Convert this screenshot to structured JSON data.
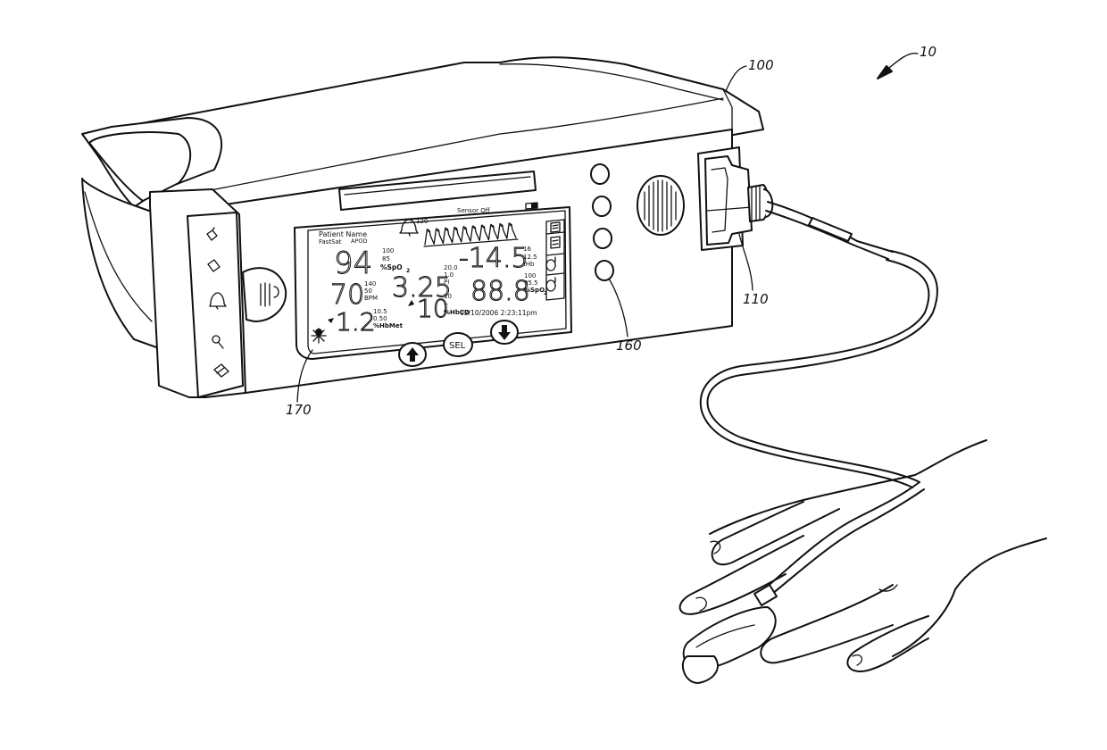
{
  "figure": {
    "references": {
      "system": "10",
      "monitor": "100",
      "connector": "110",
      "buttons": "160",
      "display": "170"
    },
    "screen": {
      "patient_name": "Patient Name",
      "mode": "FastSat",
      "mode_code": "APOD",
      "status": "Sensor Off",
      "alarm_limit": "120",
      "spo2_value": "94",
      "spo2_high": "100",
      "spo2_low": "85",
      "spo2_label": "%SpO",
      "spo2_sub": "2",
      "bpm_value": "70",
      "bpm_high": "140",
      "bpm_low": "50",
      "bpm_label": "BPM",
      "pi_value": "3.25",
      "pi_high": "20.0",
      "pi_low": "1.0",
      "pi_label": "PI",
      "hb_value": "-14.5",
      "hb_high": "16",
      "hb_low": "12.5",
      "hb_label": "tHb",
      "met_value": "1.2",
      "met_high": "10.5",
      "met_low": "0.50",
      "met_label": "%HbMet",
      "co_value": "10",
      "co_high": "10",
      "co_low": "--",
      "co_label": "%HbCO",
      "ratio_value": "88.8",
      "ratio_high": "100",
      "ratio_low": "95.5",
      "ratio_label": "%SpO",
      "ratio_sub": "2",
      "datetime": "02/10/2006 2:23:11pm",
      "side_labels": [
        "",
        "",
        "",
        ""
      ]
    },
    "controls": {
      "up_icon": "arrow-up-icon",
      "select_label": "SEL",
      "down_icon": "arrow-down-icon"
    },
    "line_color": "#111111",
    "background": "#ffffff"
  }
}
